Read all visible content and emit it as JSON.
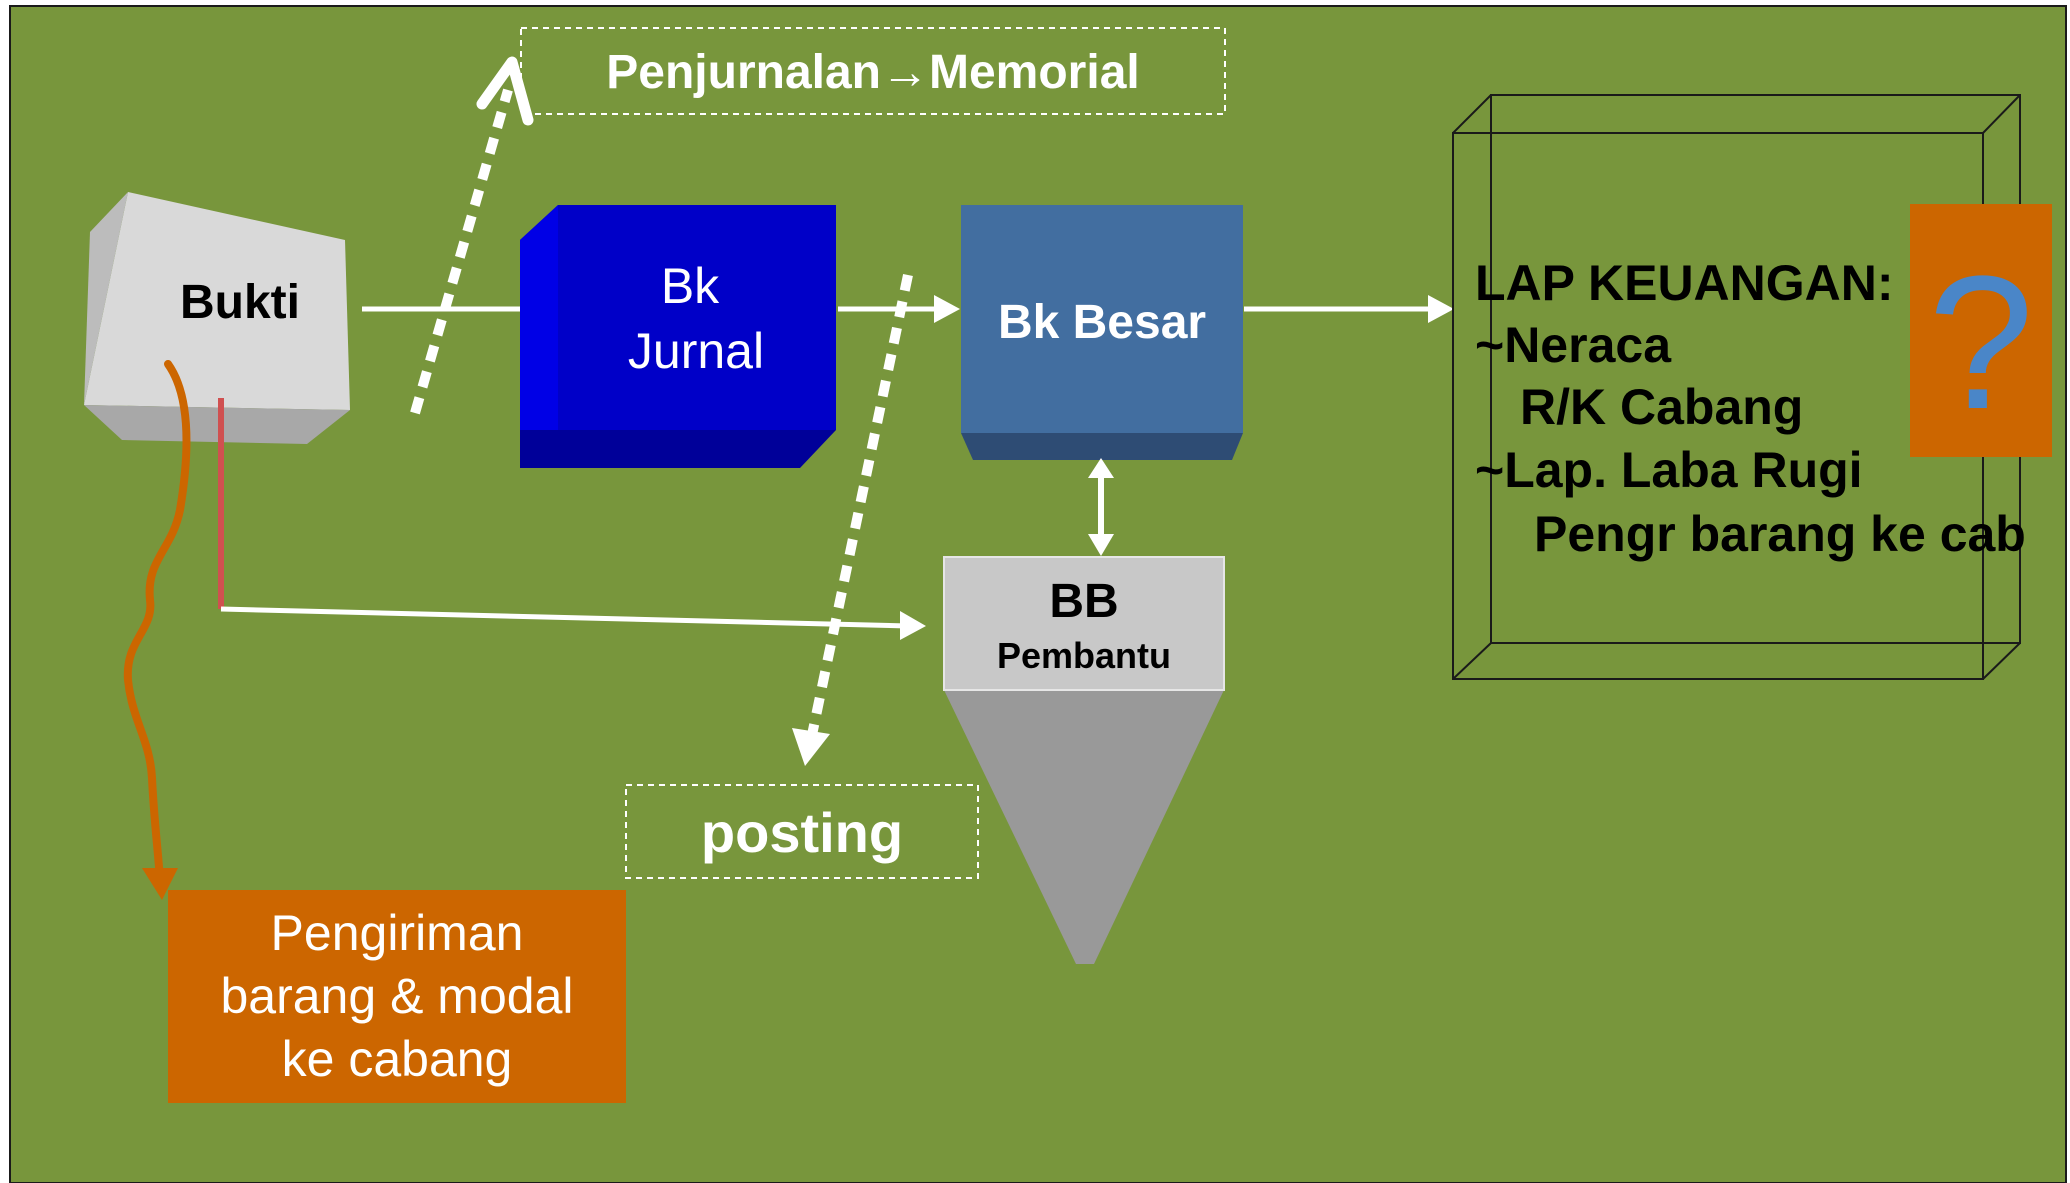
{
  "memorial_label": "Penjurnalan→Memorial",
  "bukti": "Bukti",
  "bk_jurnal": {
    "line1": "Bk",
    "line2": "Jurnal"
  },
  "bk_besar": "Bk Besar",
  "bb_pembantu": {
    "line1": "BB",
    "line2": "Pembantu"
  },
  "posting": "posting",
  "lap_keuangan": {
    "title": "LAP KEUANGAN:",
    "lines": [
      "~Neraca",
      "R/K Cabang",
      "~Lap. Laba Rugi",
      "Pengr barang ke cab"
    ]
  },
  "question": "?",
  "pengiriman": [
    "Pengiriman",
    "barang & modal",
    "ke cabang"
  ],
  "colors": {
    "background": "#78963c",
    "bk_jurnal": "#0000c8",
    "bk_besar": "#426ea0",
    "orange": "#cc6600",
    "question_mark": "#4a86c8",
    "bb_pembantu": "#c8c8c8"
  }
}
